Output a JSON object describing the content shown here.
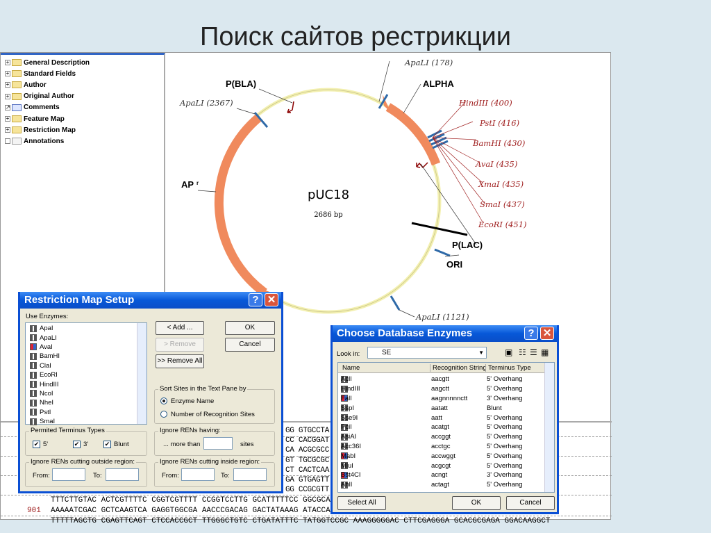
{
  "title": "Поиск сайтов рестрикции",
  "tree": [
    {
      "label": "General Description",
      "expander": "+",
      "icon": "folder"
    },
    {
      "label": "Standard Fields",
      "expander": "+",
      "icon": "folder"
    },
    {
      "label": "Author",
      "expander": "+",
      "icon": "folder"
    },
    {
      "label": "Original Author",
      "expander": "+",
      "icon": "folder"
    },
    {
      "label": "Comments",
      "expander": "↗",
      "icon": "note"
    },
    {
      "label": "Feature Map",
      "expander": "+",
      "icon": "folder"
    },
    {
      "label": "Restriction Map",
      "expander": "+",
      "icon": "folder"
    },
    {
      "label": "Annotations",
      "expander": "",
      "icon": "folder-empty"
    }
  ],
  "map": {
    "name": "pUC18",
    "size": "2686 bp",
    "features": [
      "P(BLA)",
      "ALPHA",
      "AP",
      "r",
      "P(LAC)",
      "ORI"
    ],
    "sites": [
      {
        "label": "ApaLI (178)",
        "color": "#333"
      },
      {
        "label": "ApaLI (2367)",
        "color": "#333"
      },
      {
        "label": "HindIII (400)",
        "color": "#a02020"
      },
      {
        "label": "PstI (416)",
        "color": "#a02020"
      },
      {
        "label": "BamHI (430)",
        "color": "#a02020"
      },
      {
        "label": "AvaI (435)",
        "color": "#a02020"
      },
      {
        "label": "XmaI (435)",
        "color": "#a02020"
      },
      {
        "label": "SmaI (437)",
        "color": "#a02020"
      },
      {
        "label": "EcoRI (451)",
        "color": "#a02020"
      },
      {
        "label": "ApaLI (1121)",
        "color": "#333"
      }
    ],
    "colors": {
      "feature": "#f08a5d",
      "backbone": "#f3f0b0",
      "site": "#2f6aa8",
      "promoter": "#8b0000"
    }
  },
  "sequence": {
    "fragments": [
      "GG  GTGCCTA",
      "CC  CACGGAT",
      "CA  ACGCGCC",
      "GT  TGCGCGC",
      "CT  CACTCAA",
      "GA  GTGAGTT",
      "GG  CCGCGTT"
    ],
    "lines": [
      {
        "num": "",
        "text": "TTTCTTGTAC ACTCGTTTTC CGGTCGTTTT CCGGTCCTTG GCATTTTTCC GGCGCAA"
      },
      {
        "num": "901",
        "text": "AAAAATCGAC GCTCAAGTCA GAGGTGGCGA AACCCGACAG GACTATAAAG ATACCAC"
      },
      {
        "num": "",
        "text": "TTTTTAGCTG CGAGTTCAGT CTCCACCGCT TTGGGCTGTC CTGATATTTC TATGGTCCGC AAAGGGGGAC CTTCGAGGGA GCACGCGAGA GGACAAGGCT"
      }
    ]
  },
  "setup": {
    "title": "Restriction Map Setup",
    "help": "?",
    "close": "✕",
    "use_label": "Use Enzymes:",
    "enzymes": [
      "ApaI",
      "ApaLI",
      "AvaI",
      "BamHI",
      "ClaI",
      "EcoRI",
      "HindIII",
      "NcoI",
      "NheI",
      "PstI",
      "SmaI"
    ],
    "add": "< Add ...",
    "remove": "> Remove",
    "remove_all": ">> Remove All",
    "ok": "OK",
    "cancel": "Cancel",
    "sort_label": "Sort Sites in the Text Pane by",
    "sort_opts": [
      "Enzyme Name",
      "Number of Recognition Sites"
    ],
    "sort_selected": "Enzyme Name",
    "term_label": "Permited Terminus Types",
    "term_opts": [
      "5'",
      "3'",
      "Blunt"
    ],
    "term_checked": [
      true,
      true,
      true
    ],
    "ignore_having": "Ignore RENs having:",
    "more_than": "... more than",
    "sites": "sites",
    "outside": "Ignore RENs cutting outside region:",
    "inside": "Ignore RENs cutting inside region:",
    "from": "From:",
    "to": "To:"
  },
  "choose": {
    "title": "Choose Database Enzymes",
    "help": "?",
    "close": "✕",
    "look_in": "Look in:",
    "folder": "SE",
    "cols": [
      "Name",
      "Recognition String",
      "Terminus Type"
    ],
    "rows": [
      [
        "AclI",
        "aacgtt",
        "5' Overhang"
      ],
      [
        "HindIII",
        "aagctt",
        "5' Overhang"
      ],
      [
        "FalI",
        "aagnnnnnctt",
        "3' Overhang"
      ],
      [
        "SspI",
        "aatatt",
        "Blunt"
      ],
      [
        "Sse9I",
        "aatt",
        "5' Overhang"
      ],
      [
        "PciI",
        "acatgt",
        "5' Overhang"
      ],
      [
        "AsiAI",
        "accggt",
        "5' Overhang"
      ],
      [
        "Acc36I",
        "acctgc",
        "5' Overhang"
      ],
      [
        "MabI",
        "accwggt",
        "5' Overhang"
      ],
      [
        "MluI",
        "acgcgt",
        "5' Overhang"
      ],
      [
        "Bst4CI",
        "acngt",
        "3' Overhang"
      ],
      [
        "AhlI",
        "actagt",
        "5' Overhang"
      ]
    ],
    "select_all": "Select All",
    "ok": "OK",
    "cancel": "Cancel"
  }
}
